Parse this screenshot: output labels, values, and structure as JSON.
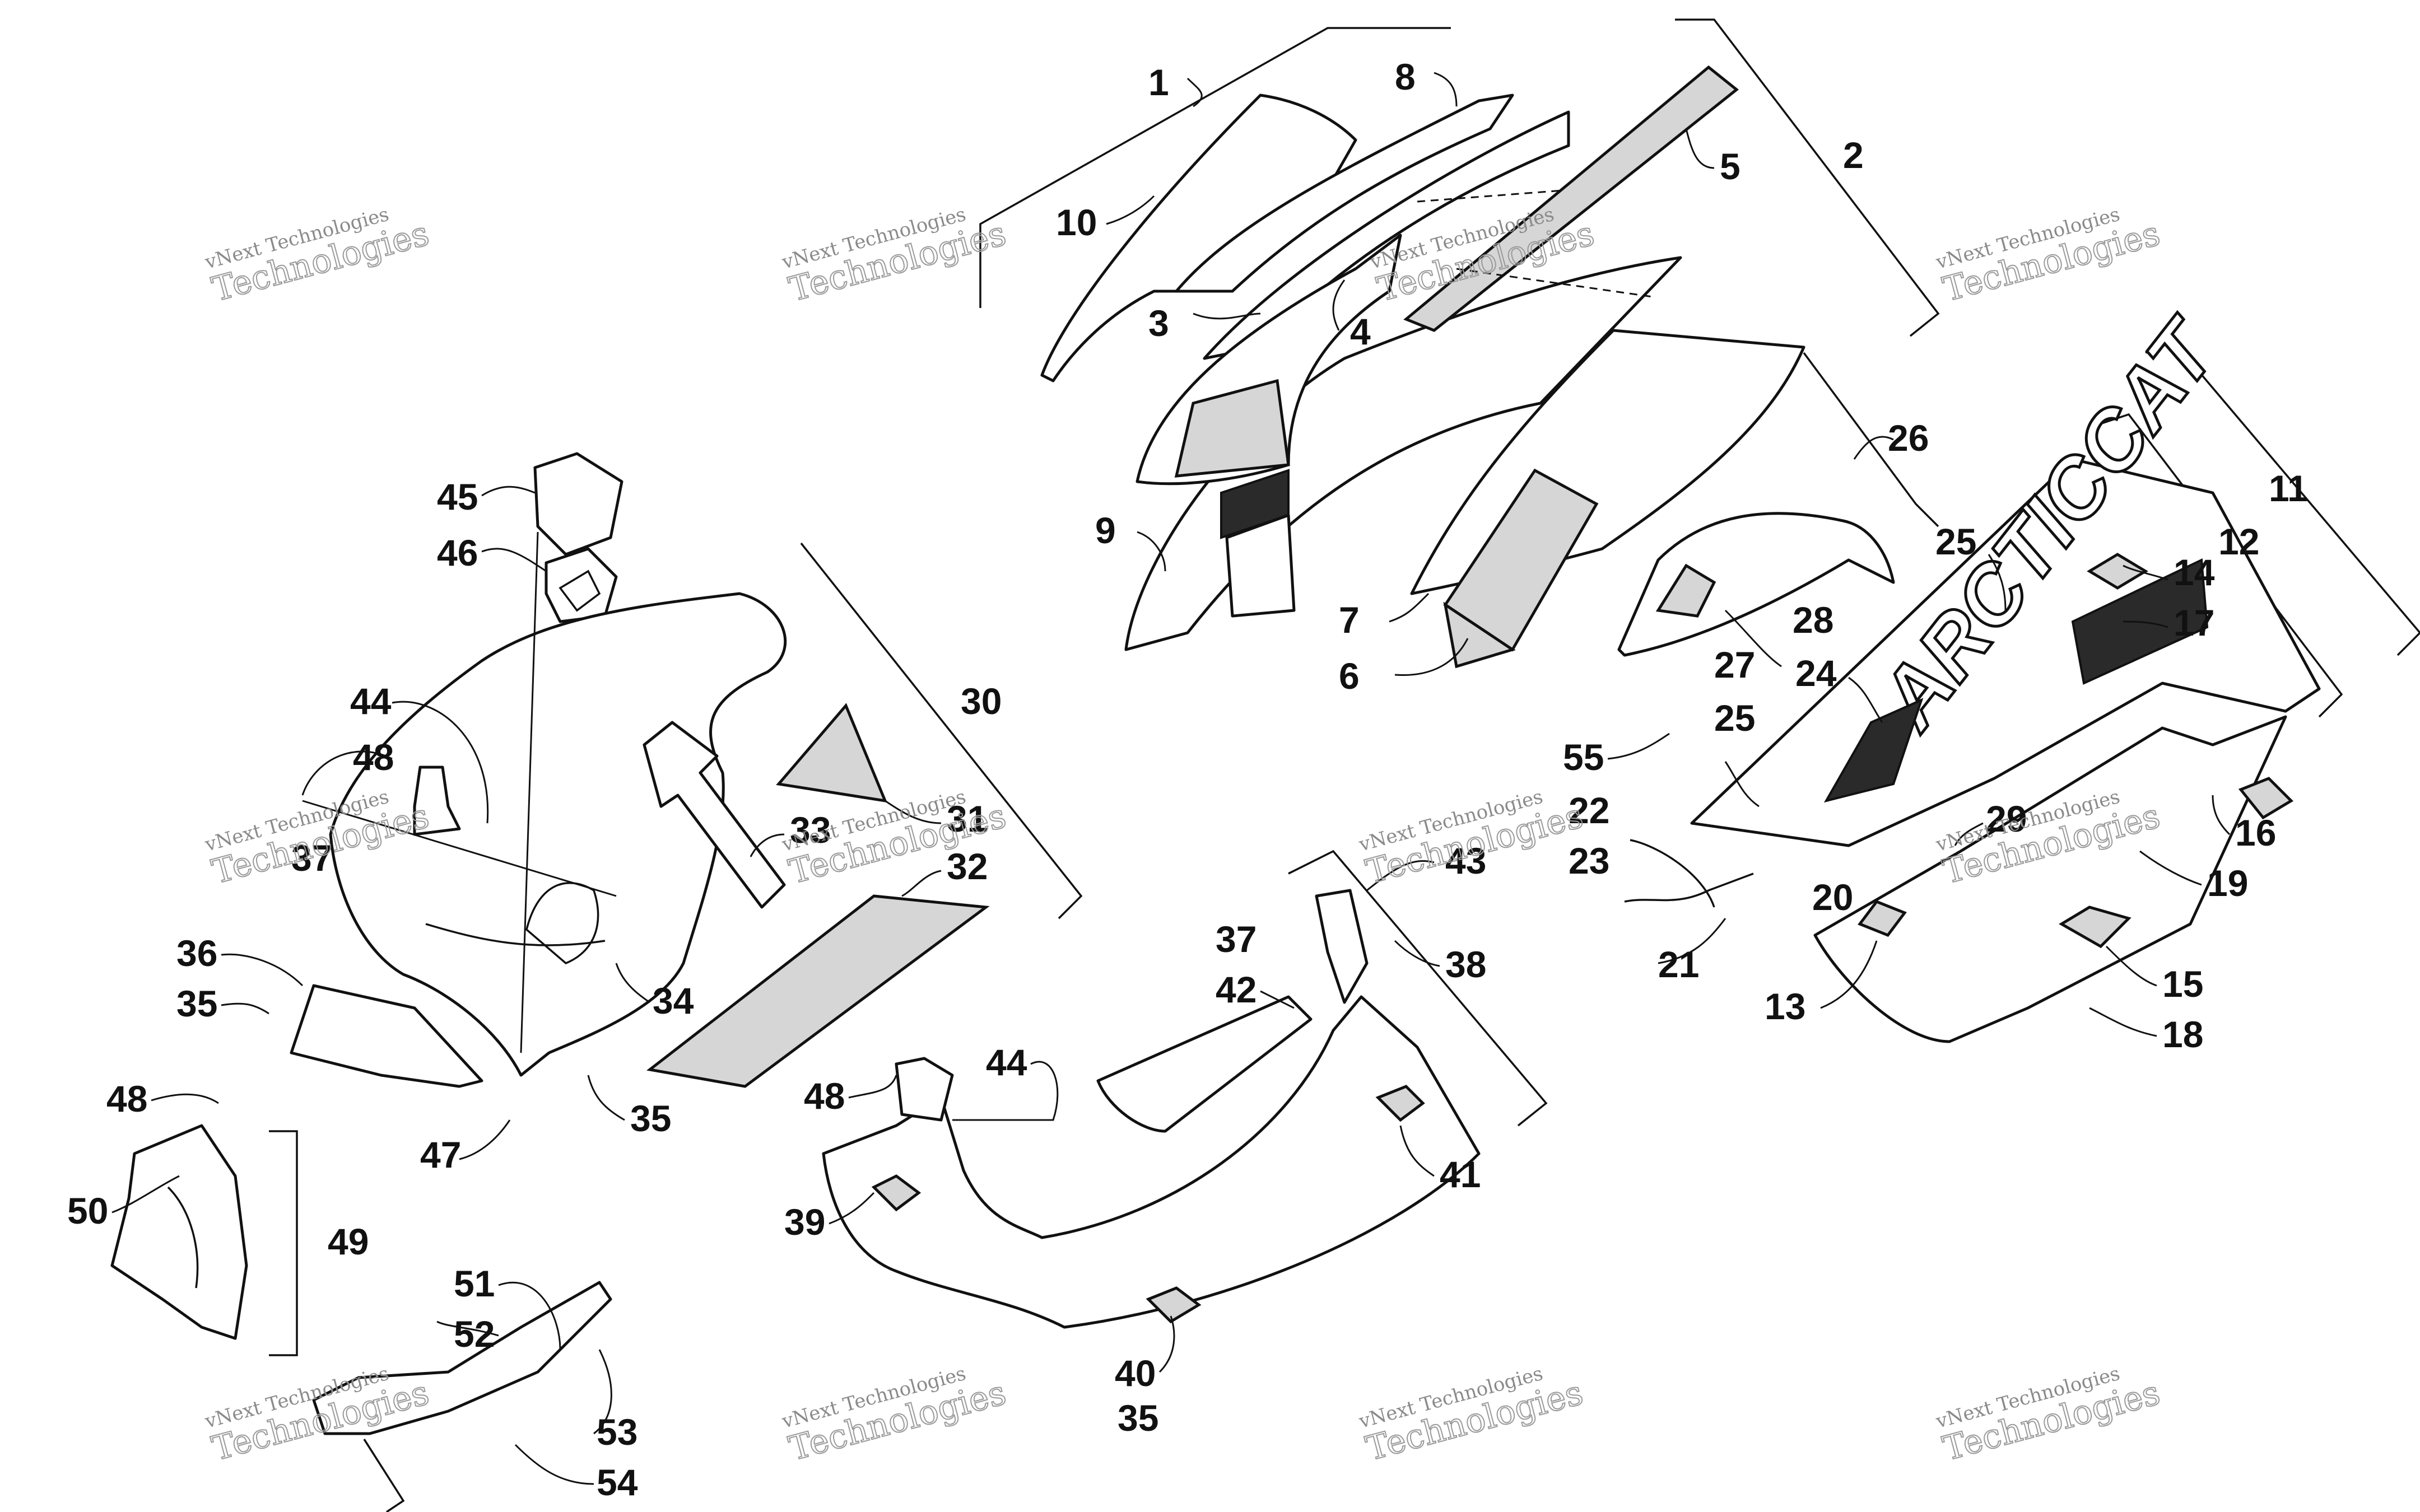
{
  "callouts": [
    {
      "num": "1"
    },
    {
      "num": "2"
    },
    {
      "num": "3"
    },
    {
      "num": "4"
    },
    {
      "num": "5"
    },
    {
      "num": "6"
    },
    {
      "num": "7"
    },
    {
      "num": "8"
    },
    {
      "num": "9"
    },
    {
      "num": "10"
    },
    {
      "num": "11"
    },
    {
      "num": "12"
    },
    {
      "num": "13"
    },
    {
      "num": "14"
    },
    {
      "num": "15"
    },
    {
      "num": "16"
    },
    {
      "num": "17"
    },
    {
      "num": "18"
    },
    {
      "num": "19"
    },
    {
      "num": "20"
    },
    {
      "num": "21"
    },
    {
      "num": "22"
    },
    {
      "num": "23"
    },
    {
      "num": "24"
    },
    {
      "num": "25"
    },
    {
      "num": "25"
    },
    {
      "num": "26"
    },
    {
      "num": "27"
    },
    {
      "num": "28"
    },
    {
      "num": "29"
    },
    {
      "num": "30"
    },
    {
      "num": "31"
    },
    {
      "num": "32"
    },
    {
      "num": "33"
    },
    {
      "num": "34"
    },
    {
      "num": "35"
    },
    {
      "num": "35"
    },
    {
      "num": "35"
    },
    {
      "num": "36"
    },
    {
      "num": "37"
    },
    {
      "num": "37"
    },
    {
      "num": "38"
    },
    {
      "num": "39"
    },
    {
      "num": "40"
    },
    {
      "num": "41"
    },
    {
      "num": "42"
    },
    {
      "num": "43"
    },
    {
      "num": "44"
    },
    {
      "num": "44"
    },
    {
      "num": "45"
    },
    {
      "num": "46"
    },
    {
      "num": "47"
    },
    {
      "num": "48"
    },
    {
      "num": "48"
    },
    {
      "num": "48"
    },
    {
      "num": "49"
    },
    {
      "num": "50"
    },
    {
      "num": "51"
    },
    {
      "num": "52"
    },
    {
      "num": "53"
    },
    {
      "num": "54"
    },
    {
      "num": "55"
    }
  ],
  "part_lettering": "ARCTICCAT",
  "watermarks": [
    {
      "line1": "vNext Technologies",
      "line2": "Technologies"
    },
    {
      "line1": "vNext Technologies",
      "line2": "Technologies"
    },
    {
      "line1": "vNext Technologies",
      "line2": "Technologies"
    },
    {
      "line1": "vNext Technologies",
      "line2": "Technologies"
    },
    {
      "line1": "vNext Technologies",
      "line2": "Technologies"
    },
    {
      "line1": "vNext Technologies",
      "line2": "Technologies"
    },
    {
      "line1": "vNext Technologies",
      "line2": "Technologies"
    },
    {
      "line1": "vNext Technologies",
      "line2": "Technologies"
    },
    {
      "line1": "vNext Technologies",
      "line2": "Technologies"
    },
    {
      "line1": "vNext Technologies",
      "line2": "Technologies"
    },
    {
      "line1": "vNext Technologies",
      "line2": "Technologies"
    },
    {
      "line1": "vNext Technologies",
      "line2": "Technologies"
    }
  ]
}
